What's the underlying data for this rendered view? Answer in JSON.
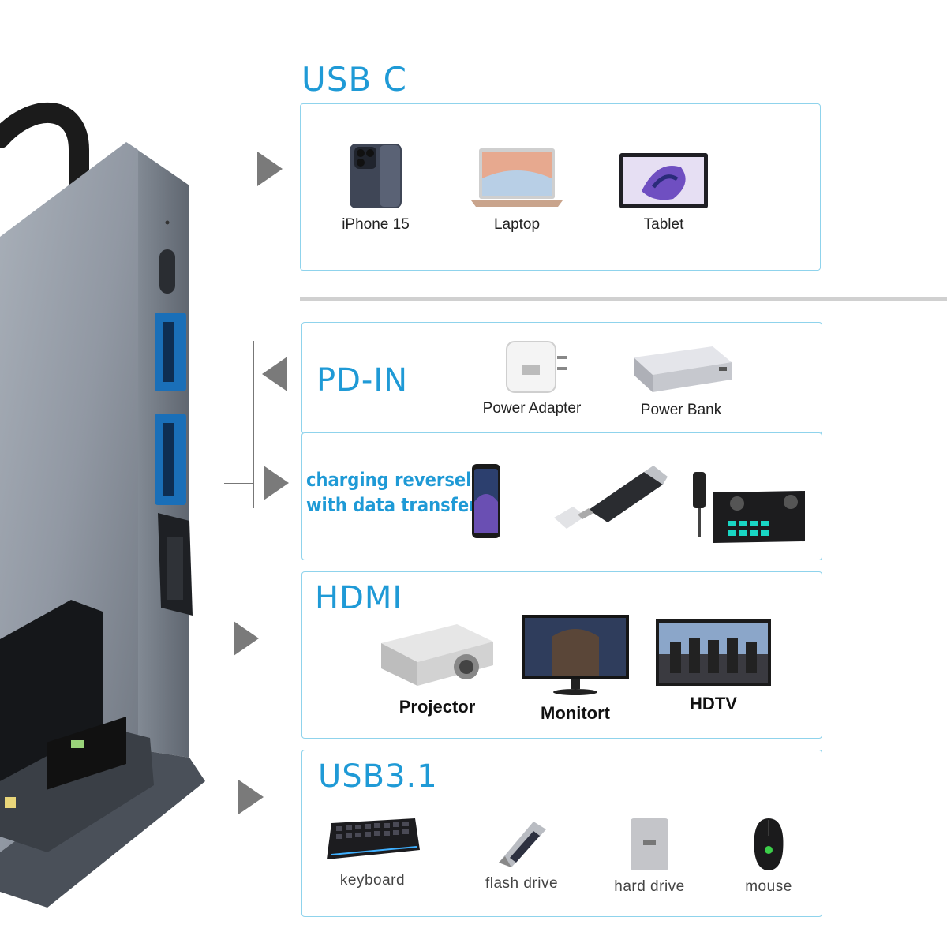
{
  "sections": {
    "usbc": {
      "title": "USB C",
      "items": [
        {
          "label": "iPhone 15"
        },
        {
          "label": "Laptop"
        },
        {
          "label": "Tablet"
        }
      ]
    },
    "pdin": {
      "title": "PD-IN",
      "items": [
        {
          "label": "Power Adapter"
        },
        {
          "label": "Power Bank"
        }
      ]
    },
    "usb_reverse": {
      "text_line1": "charging reversely",
      "text_line2": "with data transfer"
    },
    "hdmi": {
      "title": "HDMI",
      "items": [
        {
          "label": "Projector"
        },
        {
          "label": "Monitort"
        },
        {
          "label": "HDTV"
        }
      ]
    },
    "usb31": {
      "title": "USB3.1",
      "items": [
        {
          "label": "keyboard"
        },
        {
          "label": "flash drive"
        },
        {
          "label": "hard drive"
        },
        {
          "label": "mouse"
        }
      ]
    }
  },
  "colors": {
    "accent": "#1f9ad6",
    "box_border": "#8fd3ec",
    "arrow": "#7a7a7a"
  }
}
